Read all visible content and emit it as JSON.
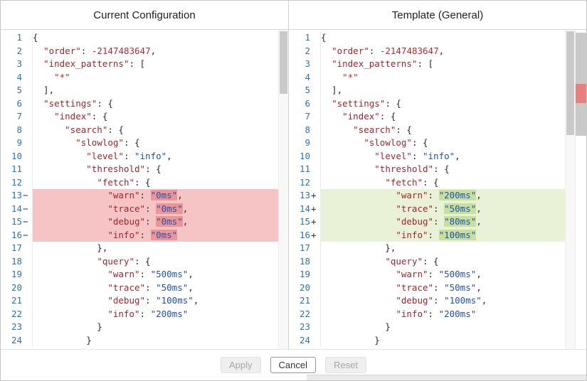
{
  "panels": {
    "left": {
      "title": "Current Configuration"
    },
    "right": {
      "title": "Template (General)"
    }
  },
  "buttons": {
    "apply": "Apply",
    "cancel": "Cancel",
    "reset": "Reset"
  },
  "colors": {
    "line_number": "#2e74b5",
    "key": "#a0262c",
    "string_value": "#2151b5",
    "number": "#c0282d",
    "punctuation": "#24292e",
    "removed_line_bg": "#f6c4c4",
    "removed_char_bg": "#ec9595",
    "added_line_bg": "#e9f1d7",
    "added_char_bg": "#c7e09e",
    "ruler_diff_mark": "#e98080"
  },
  "editors": {
    "left": {
      "lines": [
        {
          "no": "1",
          "mark": "",
          "type": "",
          "toks": [
            [
              "p",
              "{"
            ]
          ]
        },
        {
          "no": "2",
          "mark": "",
          "type": "",
          "toks": [
            [
              "p",
              "  "
            ],
            [
              "k",
              "\"order\""
            ],
            [
              "p",
              ": "
            ],
            [
              "n",
              "-2147483647"
            ],
            [
              "p",
              ","
            ]
          ]
        },
        {
          "no": "3",
          "mark": "",
          "type": "",
          "toks": [
            [
              "p",
              "  "
            ],
            [
              "k",
              "\"index_patterns\""
            ],
            [
              "p",
              ": ["
            ]
          ]
        },
        {
          "no": "4",
          "mark": "",
          "type": "",
          "toks": [
            [
              "p",
              "    "
            ],
            [
              "r",
              "\"*\""
            ]
          ]
        },
        {
          "no": "5",
          "mark": "",
          "type": "",
          "toks": [
            [
              "p",
              "  ],"
            ]
          ]
        },
        {
          "no": "6",
          "mark": "",
          "type": "",
          "toks": [
            [
              "p",
              "  "
            ],
            [
              "k",
              "\"settings\""
            ],
            [
              "p",
              ": {"
            ]
          ]
        },
        {
          "no": "7",
          "mark": "",
          "type": "",
          "toks": [
            [
              "p",
              "    "
            ],
            [
              "k",
              "\"index\""
            ],
            [
              "p",
              ": {"
            ]
          ]
        },
        {
          "no": "8",
          "mark": "",
          "type": "",
          "toks": [
            [
              "p",
              "      "
            ],
            [
              "k",
              "\"search\""
            ],
            [
              "p",
              ": {"
            ]
          ]
        },
        {
          "no": "9",
          "mark": "",
          "type": "",
          "toks": [
            [
              "p",
              "        "
            ],
            [
              "k",
              "\"slowlog\""
            ],
            [
              "p",
              ": {"
            ]
          ]
        },
        {
          "no": "10",
          "mark": "",
          "type": "",
          "toks": [
            [
              "p",
              "          "
            ],
            [
              "k",
              "\"level\""
            ],
            [
              "p",
              ": "
            ],
            [
              "s",
              "\"info\""
            ],
            [
              "p",
              ","
            ]
          ]
        },
        {
          "no": "11",
          "mark": "",
          "type": "",
          "toks": [
            [
              "p",
              "          "
            ],
            [
              "k",
              "\"threshold\""
            ],
            [
              "p",
              ": {"
            ]
          ]
        },
        {
          "no": "12",
          "mark": "",
          "type": "",
          "toks": [
            [
              "p",
              "            "
            ],
            [
              "k",
              "\"fetch\""
            ],
            [
              "p",
              ": {"
            ]
          ]
        },
        {
          "no": "13",
          "mark": "−",
          "type": "removed",
          "toks": [
            [
              "p",
              "              "
            ],
            [
              "k",
              "\"warn\""
            ],
            [
              "p",
              ": "
            ],
            [
              "s",
              "\"0ms\"",
              1
            ],
            [
              "p",
              ","
            ]
          ]
        },
        {
          "no": "14",
          "mark": "−",
          "type": "removed",
          "toks": [
            [
              "p",
              "              "
            ],
            [
              "k",
              "\"trace\""
            ],
            [
              "p",
              ": "
            ],
            [
              "s",
              "\"0ms\"",
              1
            ],
            [
              "p",
              ","
            ]
          ]
        },
        {
          "no": "15",
          "mark": "−",
          "type": "removed",
          "toks": [
            [
              "p",
              "              "
            ],
            [
              "k",
              "\"debug\""
            ],
            [
              "p",
              ": "
            ],
            [
              "s",
              "\"0ms\"",
              1
            ],
            [
              "p",
              ","
            ]
          ]
        },
        {
          "no": "16",
          "mark": "−",
          "type": "removed",
          "toks": [
            [
              "p",
              "              "
            ],
            [
              "k",
              "\"info\""
            ],
            [
              "p",
              ": "
            ],
            [
              "s",
              "\"0ms\"",
              1
            ]
          ]
        },
        {
          "no": "17",
          "mark": "",
          "type": "",
          "toks": [
            [
              "p",
              "            },"
            ]
          ]
        },
        {
          "no": "18",
          "mark": "",
          "type": "",
          "toks": [
            [
              "p",
              "            "
            ],
            [
              "k",
              "\"query\""
            ],
            [
              "p",
              ": {"
            ]
          ]
        },
        {
          "no": "19",
          "mark": "",
          "type": "",
          "toks": [
            [
              "p",
              "              "
            ],
            [
              "k",
              "\"warn\""
            ],
            [
              "p",
              ": "
            ],
            [
              "s",
              "\"500ms\""
            ],
            [
              "p",
              ","
            ]
          ]
        },
        {
          "no": "20",
          "mark": "",
          "type": "",
          "toks": [
            [
              "p",
              "              "
            ],
            [
              "k",
              "\"trace\""
            ],
            [
              "p",
              ": "
            ],
            [
              "s",
              "\"50ms\""
            ],
            [
              "p",
              ","
            ]
          ]
        },
        {
          "no": "21",
          "mark": "",
          "type": "",
          "toks": [
            [
              "p",
              "              "
            ],
            [
              "k",
              "\"debug\""
            ],
            [
              "p",
              ": "
            ],
            [
              "s",
              "\"100ms\""
            ],
            [
              "p",
              ","
            ]
          ]
        },
        {
          "no": "22",
          "mark": "",
          "type": "",
          "toks": [
            [
              "p",
              "              "
            ],
            [
              "k",
              "\"info\""
            ],
            [
              "p",
              ": "
            ],
            [
              "s",
              "\"200ms\""
            ]
          ]
        },
        {
          "no": "23",
          "mark": "",
          "type": "",
          "toks": [
            [
              "p",
              "            }"
            ]
          ]
        },
        {
          "no": "24",
          "mark": "",
          "type": "",
          "toks": [
            [
              "p",
              "          }"
            ]
          ]
        }
      ]
    },
    "right": {
      "lines": [
        {
          "no": "1",
          "mark": "",
          "type": "",
          "toks": [
            [
              "p",
              "{"
            ]
          ]
        },
        {
          "no": "2",
          "mark": "",
          "type": "",
          "toks": [
            [
              "p",
              "  "
            ],
            [
              "k",
              "\"order\""
            ],
            [
              "p",
              ": "
            ],
            [
              "n",
              "-2147483647"
            ],
            [
              "p",
              ","
            ]
          ]
        },
        {
          "no": "3",
          "mark": "",
          "type": "",
          "toks": [
            [
              "p",
              "  "
            ],
            [
              "k",
              "\"index_patterns\""
            ],
            [
              "p",
              ": ["
            ]
          ]
        },
        {
          "no": "4",
          "mark": "",
          "type": "",
          "toks": [
            [
              "p",
              "    "
            ],
            [
              "r",
              "\"*\""
            ]
          ]
        },
        {
          "no": "5",
          "mark": "",
          "type": "",
          "toks": [
            [
              "p",
              "  ],"
            ]
          ]
        },
        {
          "no": "6",
          "mark": "",
          "type": "",
          "toks": [
            [
              "p",
              "  "
            ],
            [
              "k",
              "\"settings\""
            ],
            [
              "p",
              ": {"
            ]
          ]
        },
        {
          "no": "7",
          "mark": "",
          "type": "",
          "toks": [
            [
              "p",
              "    "
            ],
            [
              "k",
              "\"index\""
            ],
            [
              "p",
              ": {"
            ]
          ]
        },
        {
          "no": "8",
          "mark": "",
          "type": "",
          "toks": [
            [
              "p",
              "      "
            ],
            [
              "k",
              "\"search\""
            ],
            [
              "p",
              ": {"
            ]
          ]
        },
        {
          "no": "9",
          "mark": "",
          "type": "",
          "toks": [
            [
              "p",
              "        "
            ],
            [
              "k",
              "\"slowlog\""
            ],
            [
              "p",
              ": {"
            ]
          ]
        },
        {
          "no": "10",
          "mark": "",
          "type": "",
          "toks": [
            [
              "p",
              "          "
            ],
            [
              "k",
              "\"level\""
            ],
            [
              "p",
              ": "
            ],
            [
              "s",
              "\"info\""
            ],
            [
              "p",
              ","
            ]
          ]
        },
        {
          "no": "11",
          "mark": "",
          "type": "",
          "toks": [
            [
              "p",
              "          "
            ],
            [
              "k",
              "\"threshold\""
            ],
            [
              "p",
              ": {"
            ]
          ]
        },
        {
          "no": "12",
          "mark": "",
          "type": "",
          "toks": [
            [
              "p",
              "            "
            ],
            [
              "k",
              "\"fetch\""
            ],
            [
              "p",
              ": {"
            ]
          ]
        },
        {
          "no": "13",
          "mark": "+",
          "type": "added",
          "toks": [
            [
              "p",
              "              "
            ],
            [
              "k",
              "\"warn\""
            ],
            [
              "p",
              ": "
            ],
            [
              "s",
              "\"200ms\"",
              1
            ],
            [
              "p",
              ","
            ]
          ]
        },
        {
          "no": "14",
          "mark": "+",
          "type": "added",
          "toks": [
            [
              "p",
              "              "
            ],
            [
              "k",
              "\"trace\""
            ],
            [
              "p",
              ": "
            ],
            [
              "s",
              "\"50ms\"",
              1
            ],
            [
              "p",
              ","
            ]
          ]
        },
        {
          "no": "15",
          "mark": "+",
          "type": "added",
          "toks": [
            [
              "p",
              "              "
            ],
            [
              "k",
              "\"debug\""
            ],
            [
              "p",
              ": "
            ],
            [
              "s",
              "\"80ms\"",
              1
            ],
            [
              "p",
              ","
            ]
          ]
        },
        {
          "no": "16",
          "mark": "+",
          "type": "added",
          "toks": [
            [
              "p",
              "              "
            ],
            [
              "k",
              "\"info\""
            ],
            [
              "p",
              ": "
            ],
            [
              "s",
              "\"100ms\"",
              1
            ]
          ]
        },
        {
          "no": "17",
          "mark": "",
          "type": "",
          "toks": [
            [
              "p",
              "            },"
            ]
          ]
        },
        {
          "no": "18",
          "mark": "",
          "type": "",
          "toks": [
            [
              "p",
              "            "
            ],
            [
              "k",
              "\"query\""
            ],
            [
              "p",
              ": {"
            ]
          ]
        },
        {
          "no": "19",
          "mark": "",
          "type": "",
          "toks": [
            [
              "p",
              "              "
            ],
            [
              "k",
              "\"warn\""
            ],
            [
              "p",
              ": "
            ],
            [
              "s",
              "\"500ms\""
            ],
            [
              "p",
              ","
            ]
          ]
        },
        {
          "no": "20",
          "mark": "",
          "type": "",
          "toks": [
            [
              "p",
              "              "
            ],
            [
              "k",
              "\"trace\""
            ],
            [
              "p",
              ": "
            ],
            [
              "s",
              "\"50ms\""
            ],
            [
              "p",
              ","
            ]
          ]
        },
        {
          "no": "21",
          "mark": "",
          "type": "",
          "toks": [
            [
              "p",
              "              "
            ],
            [
              "k",
              "\"debug\""
            ],
            [
              "p",
              ": "
            ],
            [
              "s",
              "\"100ms\""
            ],
            [
              "p",
              ","
            ]
          ]
        },
        {
          "no": "22",
          "mark": "",
          "type": "",
          "toks": [
            [
              "p",
              "              "
            ],
            [
              "k",
              "\"info\""
            ],
            [
              "p",
              ": "
            ],
            [
              "s",
              "\"200ms\""
            ]
          ]
        },
        {
          "no": "23",
          "mark": "",
          "type": "",
          "toks": [
            [
              "p",
              "            }"
            ]
          ]
        },
        {
          "no": "24",
          "mark": "",
          "type": "",
          "toks": [
            [
              "p",
              "          }"
            ]
          ]
        }
      ]
    }
  }
}
